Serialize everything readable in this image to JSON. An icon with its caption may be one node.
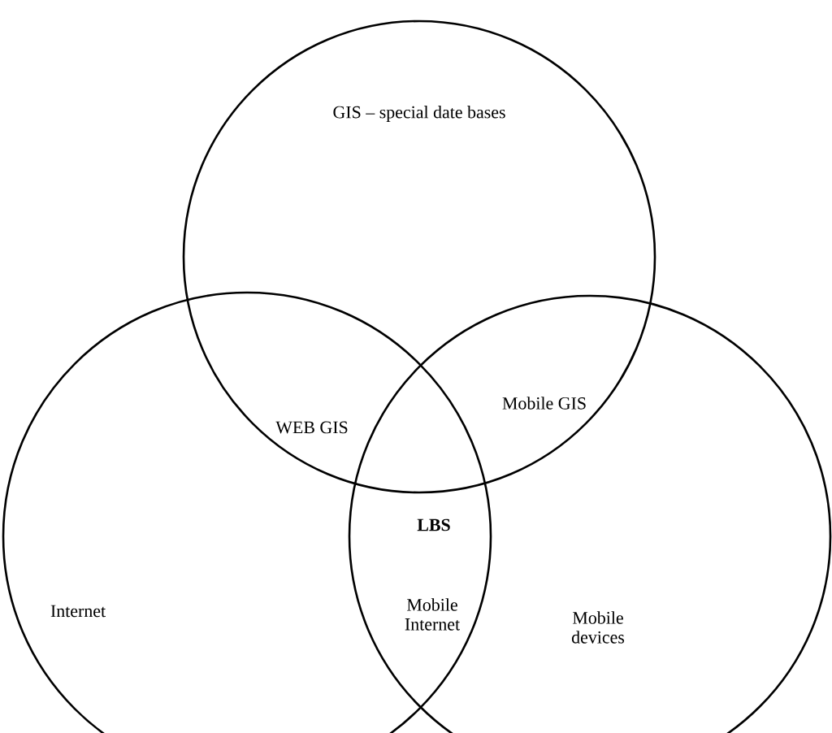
{
  "diagram": {
    "nodes": [
      {
        "text": [
          "GIS – special date bases"
        ]
      },
      {
        "text": [
          "Internet"
        ]
      },
      {
        "text": [
          "Mobile devices"
        ]
      }
    ],
    "labels": [
      "WEB GIS",
      "Mobile GIS",
      "LBS",
      "Mobile Internet"
    ]
  }
}
